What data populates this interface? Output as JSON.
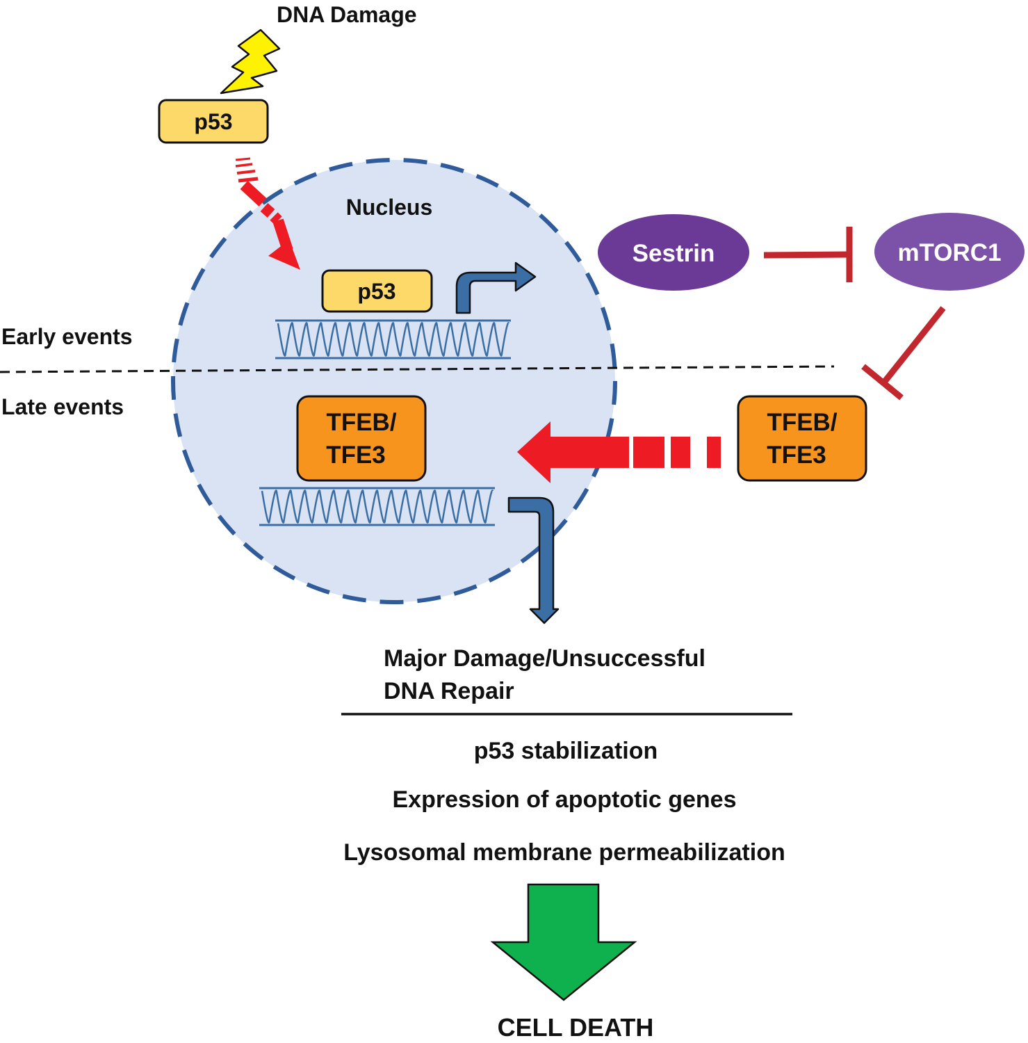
{
  "labels": {
    "dna_damage": "DNA Damage",
    "nucleus": "Nucleus",
    "early_events": "Early events",
    "late_events": "Late events",
    "outcome_line1": "Major Damage/Unsuccessful",
    "outcome_line2": "DNA Repair",
    "step1": "p53 stabilization",
    "step2": "Expression of apoptotic genes",
    "step3": "Lysosomal membrane permeabilization",
    "cell_death": "CELL DEATH"
  },
  "nodes": {
    "p53_outside": "p53",
    "p53_nucleus": "p53",
    "sestrin": "Sestrin",
    "mtorc1": "mTORC1",
    "tfeb_nucleus": {
      "line1": "TFEB/",
      "line2": "TFE3"
    },
    "tfeb_cytoplasm": {
      "line1": "TFEB/",
      "line2": "TFE3"
    }
  },
  "colors": {
    "p53_box": "#fdd96a",
    "tfeb_box": "#f7941d",
    "sestrin": "#6a3a96",
    "mtorc1": "#7b52a8",
    "nucleus_fill": "#d9e3f3",
    "nucleus_border": "#2f5b9a",
    "activation_arrow": "#ed1c24",
    "inhibition": "#c1272d",
    "transcription_arrow": "#3a6ea5",
    "death_arrow": "#0fb14e",
    "bolt": "#fff200",
    "dna": "#3a6ea5"
  }
}
